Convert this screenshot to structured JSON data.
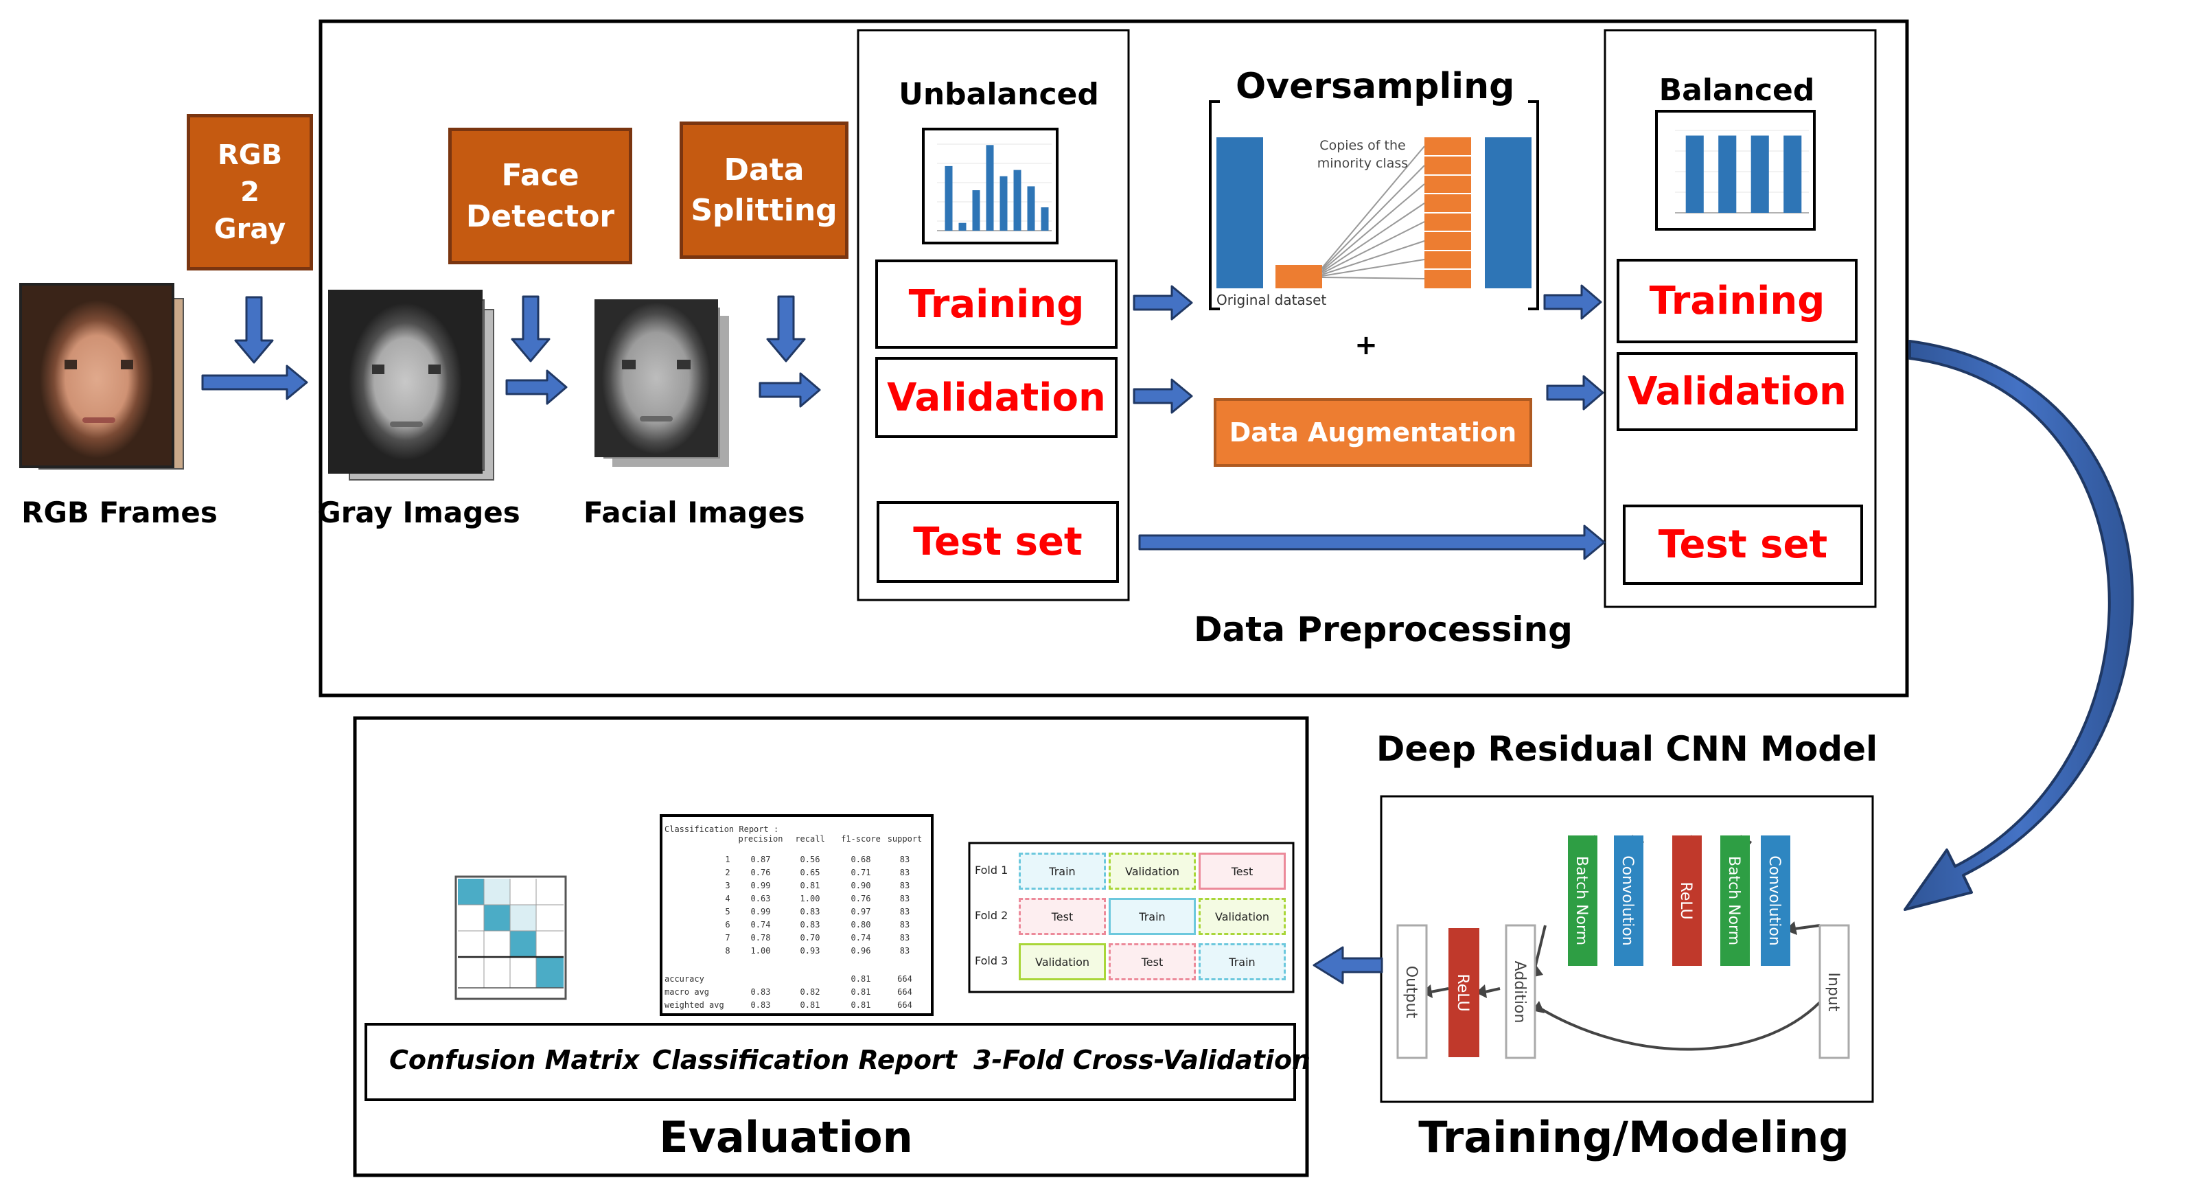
{
  "labels": {
    "rgb_frames": "RGB Frames",
    "gray_images": "Gray Images",
    "facial_images": "Facial Images",
    "rgb2gray": [
      "RGB",
      "2",
      "Gray"
    ],
    "face_detector": [
      "Face",
      "Detector"
    ],
    "data_splitting": [
      "Data",
      "Splitting"
    ],
    "unbalanced": "Unbalanced",
    "oversampling": "Oversampling",
    "balanced": "Balanced",
    "copies_minority": [
      "Copies of the",
      "minority class"
    ],
    "original_dataset": "Original dataset",
    "plus": "+",
    "data_augmentation": "Data Augmentation",
    "data_preprocessing": "Data Preprocessing",
    "deep_residual_cnn": "Deep Residual CNN Model",
    "training_modeling": "Training/Modeling",
    "evaluation": "Evaluation",
    "confusion_matrix": "Confusion Matrix",
    "classification_report": "Classification Report",
    "cross_validation": "3-Fold Cross-Validation"
  },
  "splits": {
    "training": "Training",
    "validation": "Validation",
    "test_set": "Test set"
  },
  "cnn_blocks": {
    "input": "Input",
    "convolution": "Convolution",
    "batch_norm": "Batch Norm",
    "relu": "ReLU",
    "addition": "Addition",
    "output": "Output"
  },
  "folds": [
    {
      "label": "Fold 1",
      "cells": [
        "Train",
        "Validation",
        "Test"
      ]
    },
    {
      "label": "Fold 2",
      "cells": [
        "Test",
        "Train",
        "Validation"
      ]
    },
    {
      "label": "Fold 3",
      "cells": [
        "Validation",
        "Test",
        "Train"
      ]
    }
  ],
  "report": {
    "title": "Classification Report :",
    "headers": [
      "precision",
      "recall",
      "f1-score",
      "support"
    ],
    "rows": [
      [
        "1",
        "0.87",
        "0.56",
        "0.68",
        "83"
      ],
      [
        "2",
        "0.76",
        "0.65",
        "0.71",
        "83"
      ],
      [
        "3",
        "0.99",
        "0.81",
        "0.90",
        "83"
      ],
      [
        "4",
        "0.63",
        "1.00",
        "0.76",
        "83"
      ],
      [
        "5",
        "0.99",
        "0.83",
        "0.97",
        "83"
      ],
      [
        "6",
        "0.74",
        "0.83",
        "0.80",
        "83"
      ],
      [
        "7",
        "0.78",
        "0.70",
        "0.74",
        "83"
      ],
      [
        "8",
        "1.00",
        "0.93",
        "0.96",
        "83"
      ]
    ],
    "summary": [
      [
        "accuracy",
        "",
        "",
        "0.81",
        "664"
      ],
      [
        "macro avg",
        "0.83",
        "0.82",
        "0.81",
        "664"
      ],
      [
        "weighted avg",
        "0.83",
        "0.81",
        "0.81",
        "664"
      ]
    ]
  },
  "colors": {
    "orange_box": "#c55a11",
    "aug_box": "#ed7d31",
    "arrow_blue": "#4472c4",
    "bar_blue": "#2e75b6",
    "red_text": "#ff0000",
    "cnn_blue": "#2e86c1",
    "cnn_green": "#2e9e44",
    "cnn_red": "#c0392b",
    "cm_teal": "#4bacc6"
  },
  "chart_data": [
    {
      "type": "bar",
      "values": [
        83,
        10,
        52,
        110,
        70,
        78,
        57,
        30
      ],
      "ylim": [
        0,
        120
      ]
    },
    {
      "type": "bar",
      "values": [
        100,
        100,
        100,
        100
      ],
      "ylim": [
        0,
        120
      ]
    }
  ]
}
